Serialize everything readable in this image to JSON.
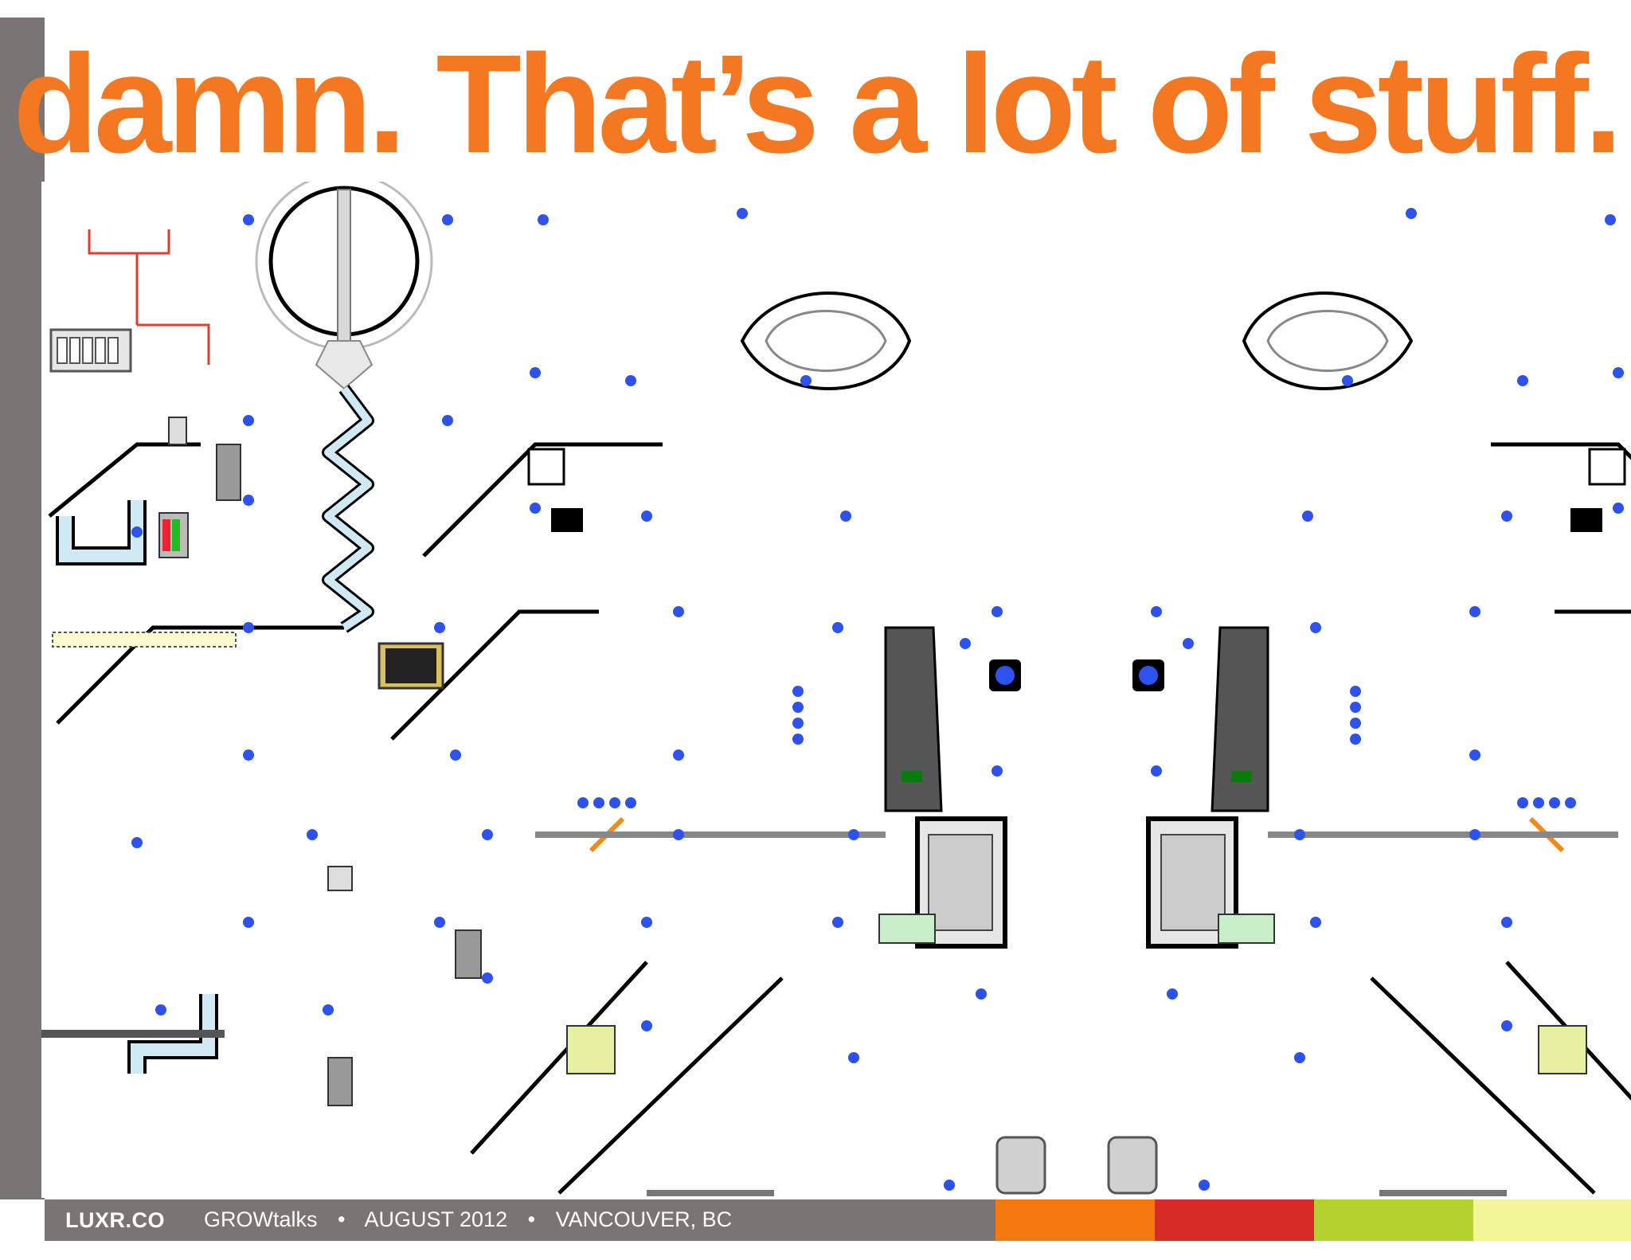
{
  "slide": {
    "title": "damn. That’s a lot of stuff."
  },
  "footer": {
    "brand": "LUXR.CO",
    "event": "GROWtalks",
    "separator": "•",
    "date": "AUGUST 2012",
    "location": "VANCOUVER, BC",
    "swatches": [
      "#f4790f",
      "#d62a26",
      "#b5d12c",
      "#f3f599"
    ]
  },
  "colors": {
    "title": "#f47721",
    "frame": "#7b7474",
    "node_blue": "#2e52f0",
    "pipe_light_blue": "#cfeaf5",
    "line_black": "#000000",
    "gear_gray": "#8a8a8a"
  },
  "illustration": {
    "name": "pixel-art-machine-map",
    "mirrored": true
  }
}
